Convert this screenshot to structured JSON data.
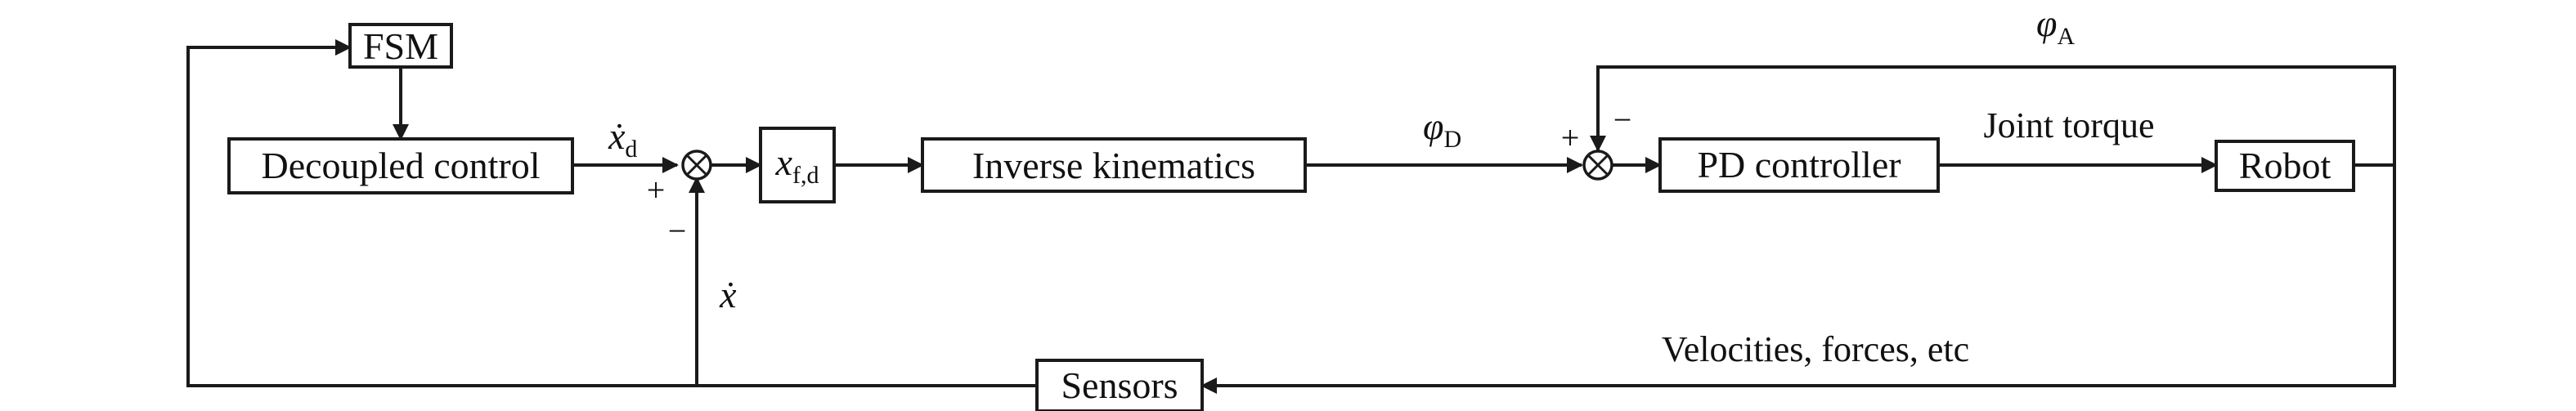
{
  "blocks": {
    "fsm": "FSM",
    "decoupled_control": "Decoupled control",
    "x_fd_symbol": "x",
    "x_fd_subscript": "f,d",
    "inverse_kinematics": "Inverse kinematics",
    "pd_controller": "PD controller",
    "robot": "Robot",
    "sensors": "Sensors"
  },
  "signals": {
    "xdot_d_symbol": "ẋ",
    "xdot_d_subscript": "d",
    "xdot_symbol": "ẋ",
    "phi_d_symbol": "φ",
    "phi_d_subscript": "D",
    "phi_a_symbol": "φ",
    "phi_a_subscript": "A",
    "joint_torque": "Joint torque",
    "feedback": "Velocities, forces, etc"
  },
  "signs": {
    "sum1_plus": "+",
    "sum1_minus": "−",
    "sum2_plus": "+",
    "sum2_minus": "−"
  },
  "colors": {
    "line": "#1a1a1a",
    "background": "#ffffff"
  }
}
